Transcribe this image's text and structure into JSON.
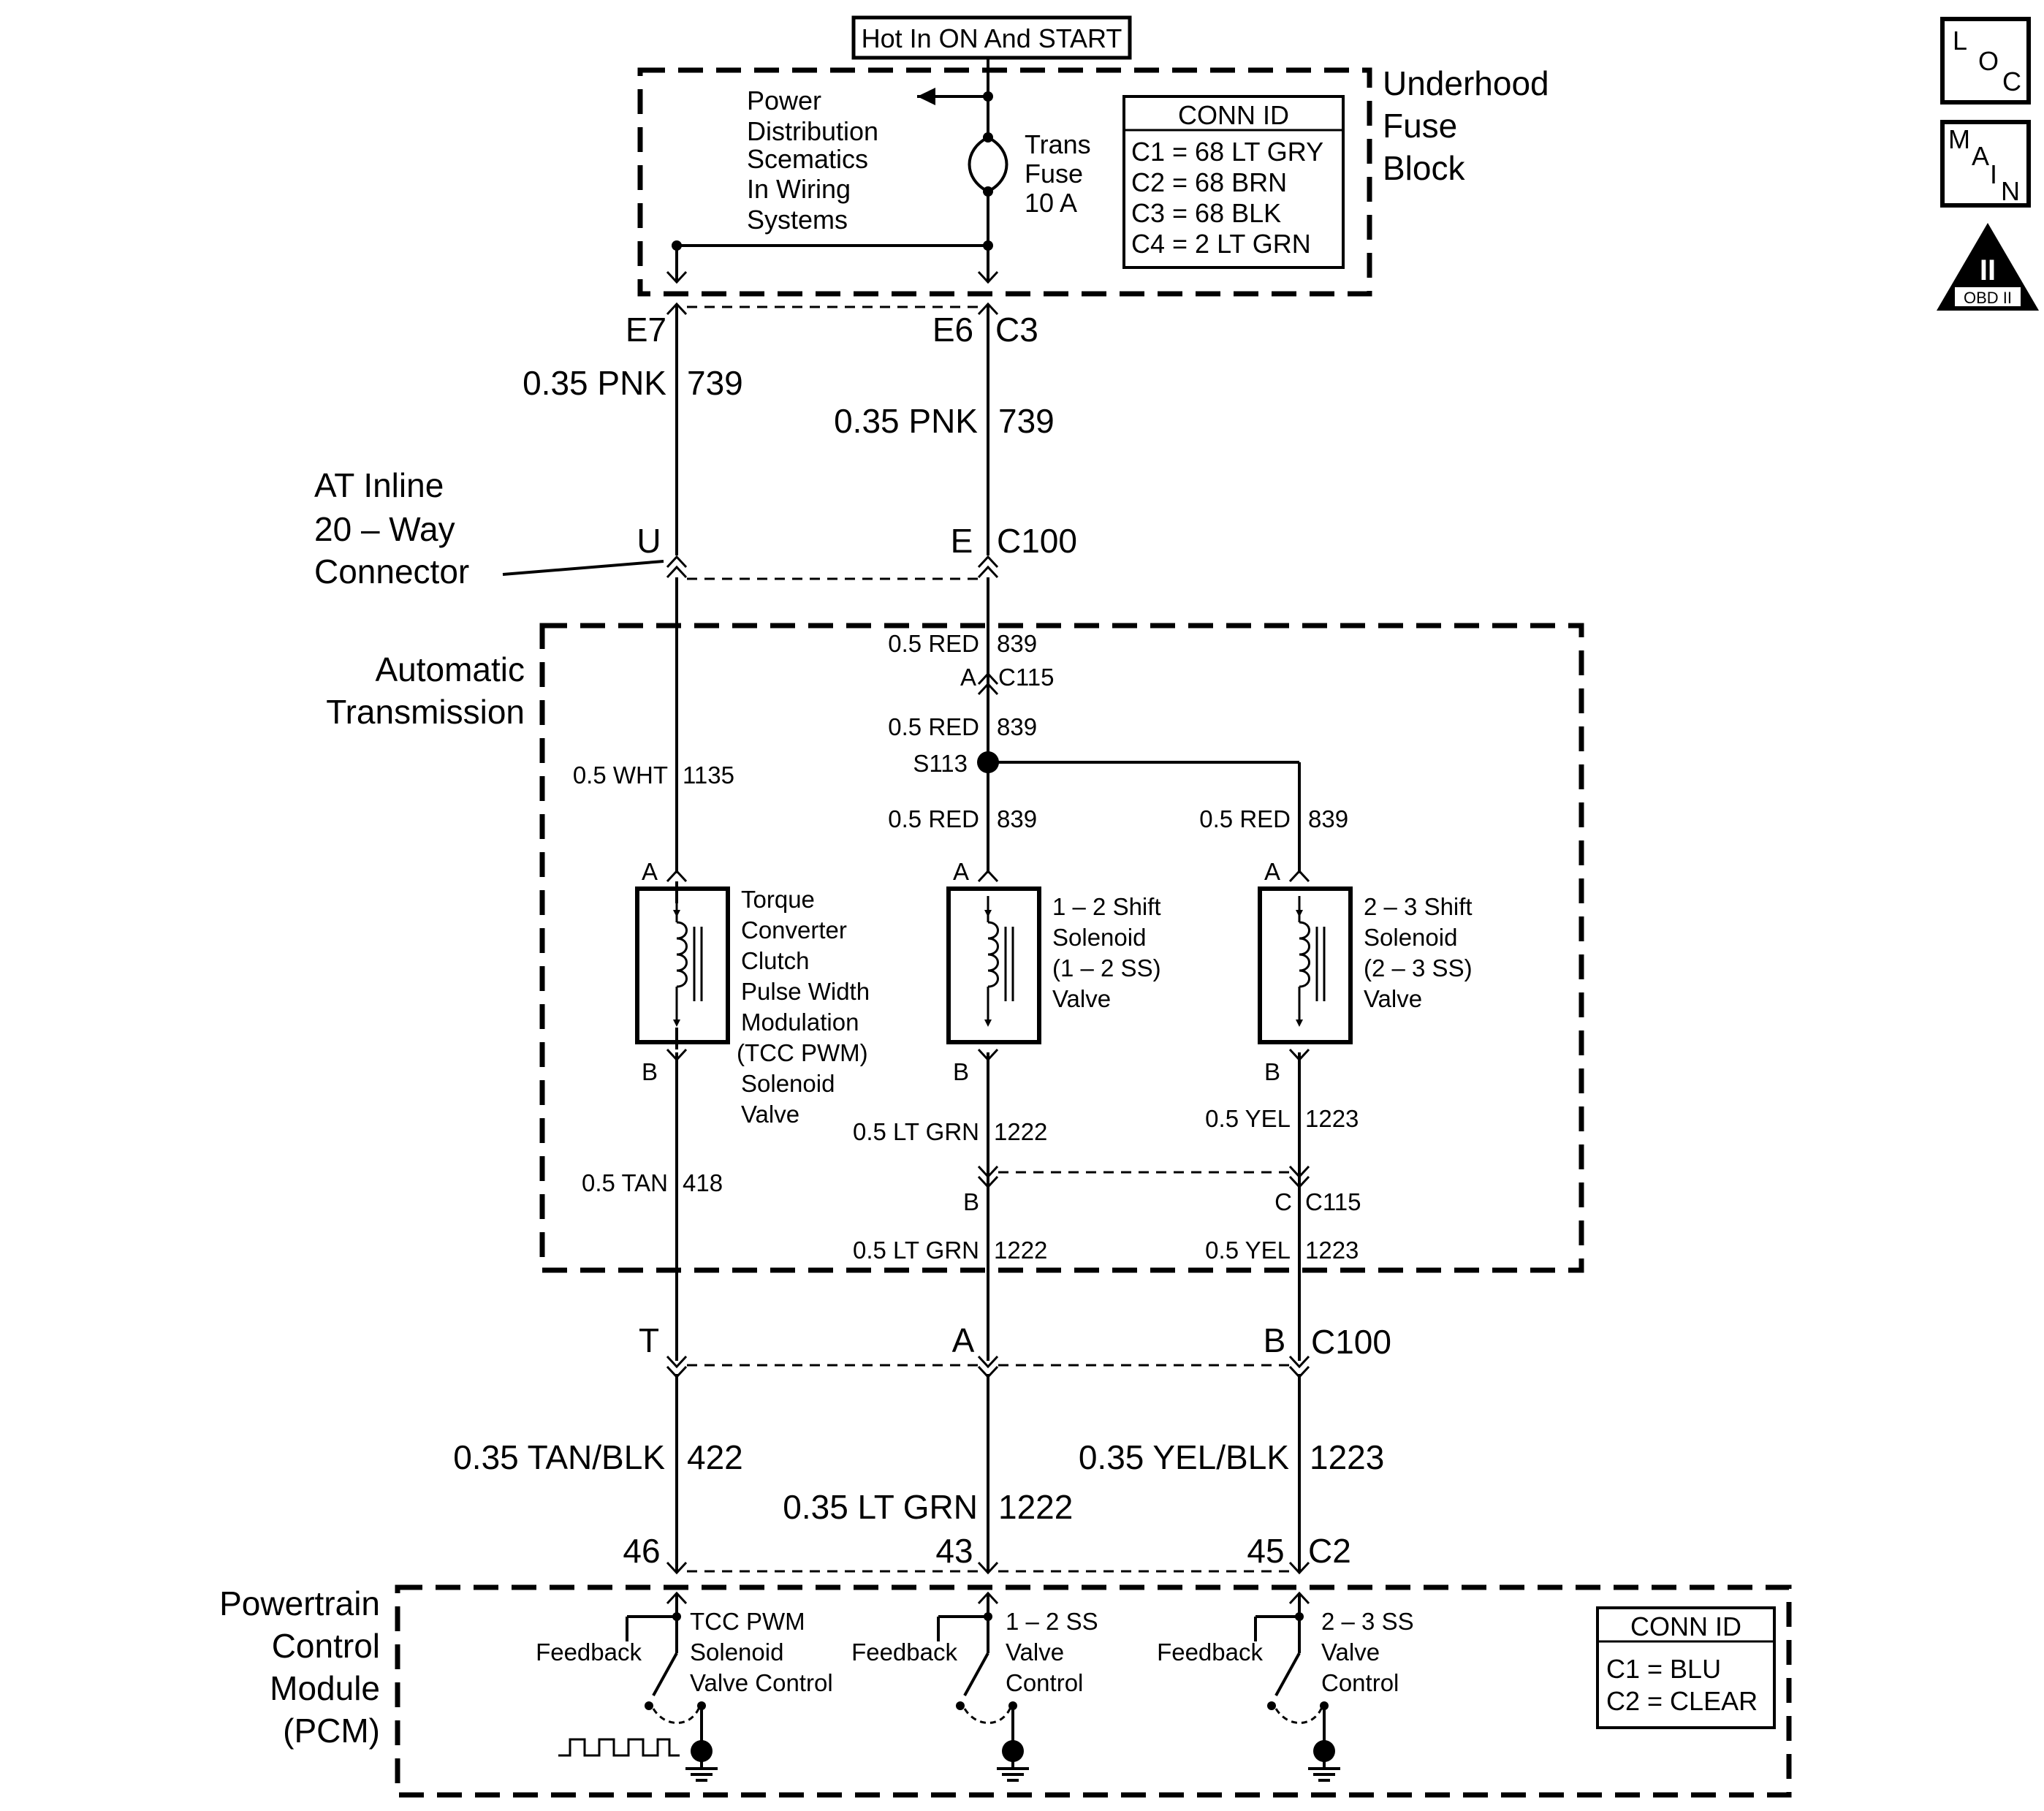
{
  "header": {
    "hot_label": "Hot In ON And START"
  },
  "icons": {
    "loc": [
      "L",
      "O",
      "C"
    ],
    "main": [
      "M",
      "A",
      "I",
      "N"
    ],
    "obd_numeral": "II",
    "obd_label": "OBD II"
  },
  "fuse_block": {
    "title": [
      "Underhood",
      "Fuse",
      "Block"
    ],
    "power_note": [
      "Power",
      "Distribution",
      "Scematics",
      "In Wiring",
      "Systems"
    ],
    "fuse_label": [
      "Trans",
      "Fuse",
      "10 A"
    ],
    "conn_id_title": "CONN ID",
    "conn_id_rows": [
      "C1 = 68 LT GRY",
      "C2 = 68 BRN",
      "C3 = 68 BLK",
      "C4 =   2 LT GRN"
    ],
    "pin_e7": "E7",
    "pin_e6": "E6",
    "conn_c3": "C3"
  },
  "wires_top": {
    "left_color": "0.35 PNK",
    "left_circuit": "739",
    "right_color": "0.35 PNK",
    "right_circuit": "739"
  },
  "inline_connector": {
    "label": [
      "AT Inline",
      "20 – Way",
      "Connector"
    ],
    "pin_u": "U",
    "pin_e": "E",
    "conn_c100": "C100"
  },
  "transmission": {
    "title": [
      "Automatic",
      "Transmission"
    ],
    "red_839_color": "0.5 RED",
    "red_839_circuit": "839",
    "pin_a_c115": "A",
    "conn_c115": "C115",
    "splice": "S113",
    "wht_color": "0.5 WHT",
    "wht_circuit": "1135",
    "pin_a": "A",
    "pin_b": "B",
    "tcc_label": [
      "Torque",
      "Converter",
      "Clutch",
      "Pulse Width",
      "Modulation",
      "(TCC PWM)",
      "Solenoid",
      "Valve"
    ],
    "ss12_label": [
      "1 – 2 Shift",
      "Solenoid",
      "(1 – 2 SS)",
      "Valve"
    ],
    "ss23_label": [
      "2 – 3 Shift",
      "Solenoid",
      "(2 – 3 SS)",
      "Valve"
    ],
    "tan_color": "0.5 TAN",
    "tan_circuit": "418",
    "ltgrn_color": "0.5 LT GRN",
    "ltgrn_circuit": "1222",
    "yel_color": "0.5 YEL",
    "yel_circuit": "1223",
    "pin_c": "C"
  },
  "bottom_connector": {
    "pin_t": "T",
    "pin_a": "A",
    "pin_b": "B",
    "conn_c100": "C100"
  },
  "wires_bottom": {
    "tanblk_color": "0.35 TAN/BLK",
    "tanblk_circuit": "422",
    "ltgrn_color": "0.35 LT GRN",
    "ltgrn_circuit": "1222",
    "yelblk_color": "0.35 YEL/BLK",
    "yelblk_circuit": "1223",
    "pin_46": "46",
    "pin_43": "43",
    "pin_45": "45",
    "conn_c2": "C2"
  },
  "pcm": {
    "title": [
      "Powertrain",
      "Control",
      "Module",
      "(PCM)"
    ],
    "feedback": "Feedback",
    "tcc_control": [
      "TCC PWM",
      "Solenoid",
      "Valve Control"
    ],
    "ss12_control": [
      "1 – 2 SS",
      "Valve",
      "Control"
    ],
    "ss23_control": [
      "2 – 3 SS",
      "Valve",
      "Control"
    ],
    "conn_id_title": "CONN ID",
    "conn_id_rows": [
      "C1 = BLU",
      "C2 = CLEAR"
    ]
  }
}
